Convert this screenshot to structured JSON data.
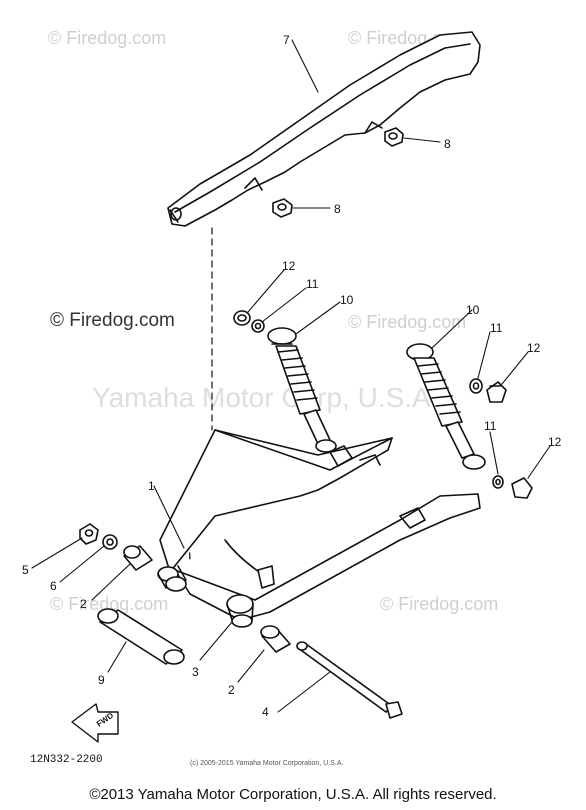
{
  "watermarks": {
    "firedog": "© Firedog.com",
    "yamaha": "Yamaha Motor Corp, U.S.A."
  },
  "callouts": {
    "c1": "1",
    "c2a": "2",
    "c2b": "2",
    "c3": "3",
    "c4": "4",
    "c5": "5",
    "c6": "6",
    "c7": "7",
    "c8a": "8",
    "c8b": "8",
    "c9": "9",
    "c10a": "10",
    "c10b": "10",
    "c11a": "11",
    "c11b": "11",
    "c11c": "11",
    "c12a": "12",
    "c12b": "12",
    "c12c": "12"
  },
  "fwd_label": "FWD",
  "part_code": "12N332-2200",
  "fine_print": "(c) 2005-2015 Yamaha Motor Corporation, U.S.A.",
  "copyright": "©2013 Yamaha Motor Corporation, U.S.A. All rights reserved."
}
